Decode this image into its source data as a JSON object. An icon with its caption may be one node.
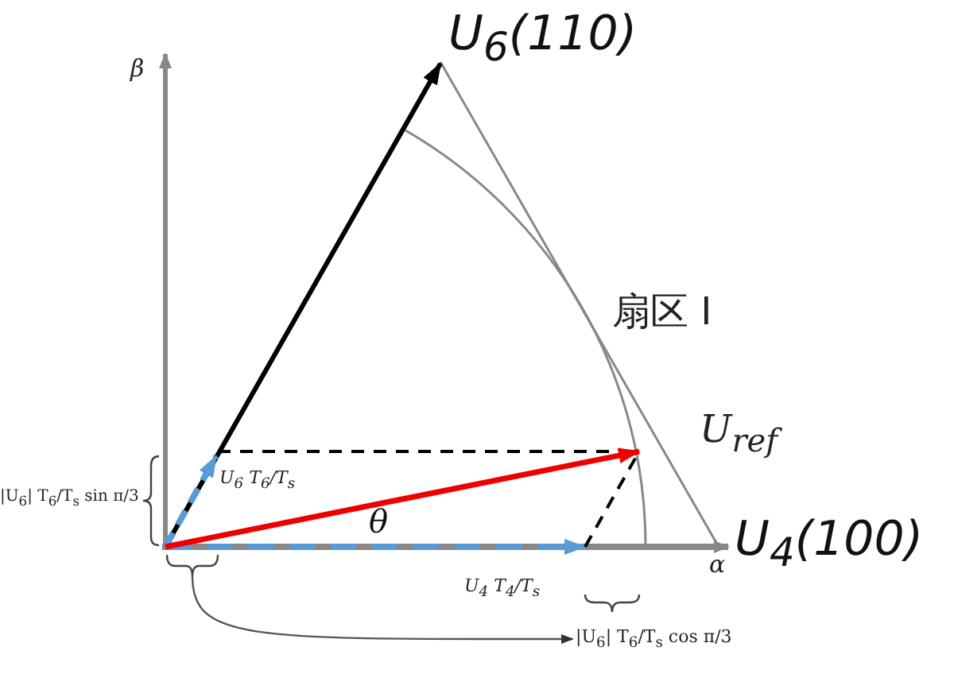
{
  "diagram": {
    "nodes": [
      {
        "text": [],
        "shape": "brace"
      },
      {
        "text": [
          "|U$_{6}$| T$_{6}$/T$_{s}$ cos π/3"
        ]
      }
    ],
    "edges": [
      {
        "from": 0,
        "to": 1,
        "arrow": "to"
      }
    ],
    "labels": [
      "U$_{6}$(110)",
      "β",
      "扇区 Ⅰ",
      "U$_{ref}$",
      "|U$_{6}$| T$_{6}$/T$_{s}$ sin π/3",
      "U$_{6}$ T$_{6}$/T$_{s}$",
      "θ",
      "U$_{4}$(100)",
      "α",
      "U$_{4}$ T$_{4}$/T$_{s}$"
    ]
  }
}
